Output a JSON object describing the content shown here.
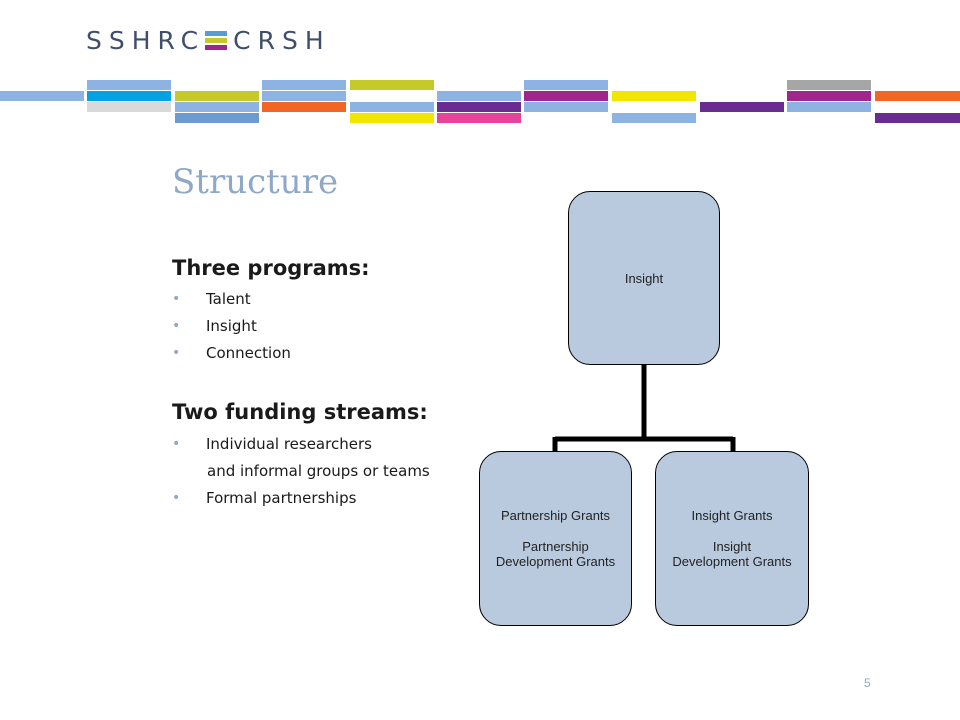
{
  "logo": {
    "left_text": "SSHRC",
    "right_text": "CRSH",
    "mark_colors": [
      "#5b9bd5",
      "#c5ca2a",
      "#a0258d"
    ]
  },
  "slide": {
    "title": "Structure",
    "page_number": "5"
  },
  "programs": {
    "heading": "Three programs:",
    "items": [
      "Talent",
      "Insight",
      "Connection"
    ]
  },
  "streams": {
    "heading": "Two funding streams:",
    "items": [
      {
        "line1": "Individual researchers",
        "line2": "and informal groups or teams"
      },
      {
        "line1": "Formal partnerships"
      }
    ]
  },
  "org_chart": {
    "root": "Insight",
    "children": [
      {
        "line1": "Partnership Grants",
        "line2": "Partnership",
        "line3": "Development Grants"
      },
      {
        "line1": "Insight Grants",
        "line2": "Insight",
        "line3": "Development Grants"
      }
    ]
  },
  "colors": {
    "title": "#8fa8c8",
    "node_fill": "#b9cadf",
    "bullet": "#8fa8c8"
  }
}
